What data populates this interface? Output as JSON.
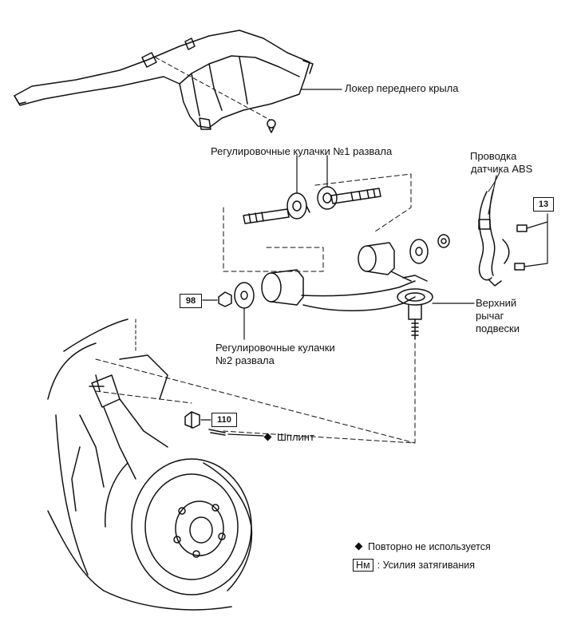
{
  "labels": {
    "fender_liner": "Локер переднего крыла",
    "camber_cam_1": "Регулировочные кулачки №1 развала",
    "abs_wire_1": "Проводка",
    "abs_wire_2": "датчика ABS",
    "upper_arm_1": "Верхний",
    "upper_arm_2": "рычаг",
    "upper_arm_3": "подвески",
    "camber_cam_2_1": "Регулировочные кулачки",
    "camber_cam_2_2": "№2 развала",
    "cotter_pin": "Шплинт"
  },
  "torque": {
    "abs_bolts": "13",
    "cam_nut": "98",
    "ball_joint_nut": "110"
  },
  "legend": {
    "non_reusable": "Повторно не используется",
    "torque_symbol": "Нм",
    "torque_text": ": Усилия затягивания"
  }
}
